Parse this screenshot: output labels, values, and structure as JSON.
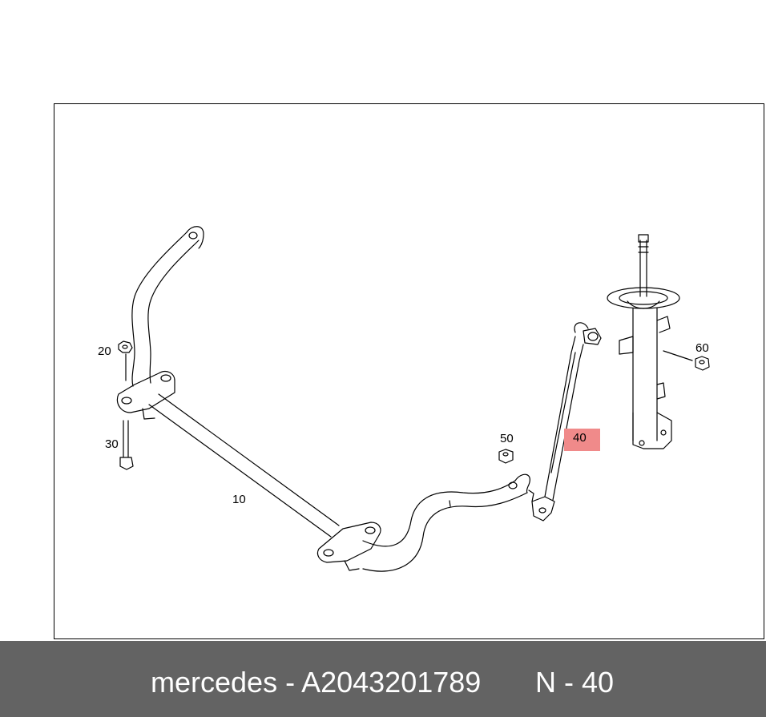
{
  "diagram": {
    "callouts": {
      "c10": "10",
      "c20": "20",
      "c30": "30",
      "c40": "40",
      "c50": "50",
      "c60": "60"
    },
    "highlight_color": "#f08a8a",
    "stroke_color": "#000000"
  },
  "footer": {
    "brand_part": "mercedes - A2043201789",
    "position_part": "N - 40",
    "background_color": "#636363",
    "text_color": "#ffffff"
  }
}
